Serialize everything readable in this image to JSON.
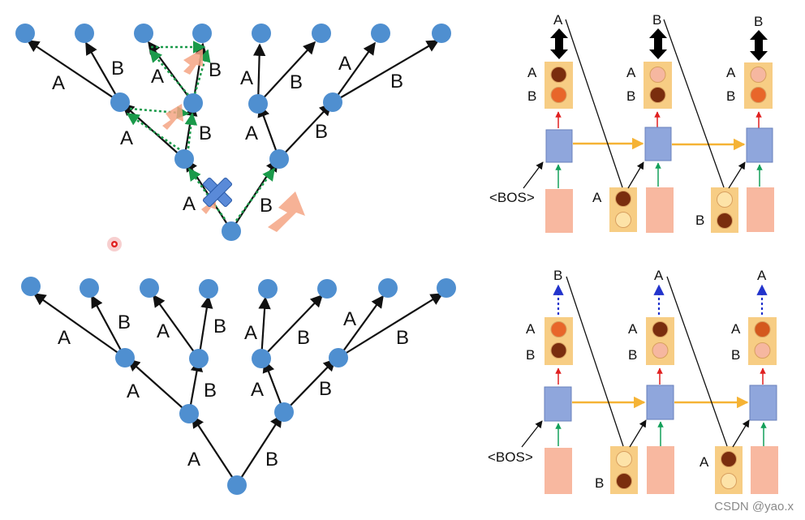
{
  "watermark": "CSDN @yao.x",
  "colors": {
    "node": "#4f8fd0",
    "edge": "#111111",
    "beam_path": "#1a9a4a",
    "arrow_highlight": "#f5a584",
    "cross": "#5a8ad8",
    "state_box": "#8fa6dc",
    "prob_box": "#f7cd84",
    "input_box": "#f8b8a0",
    "rnn_arrow": "#f5b335",
    "dark_dot": "#7a2d0e",
    "mid_dot": "#e8662a",
    "light_dot": "#f6b7a0",
    "pale_dot": "#fde3a8",
    "up_arrow_red": "#e02020",
    "up_arrow_green": "#14a05a",
    "sample_arrow_blue": "#2233cc",
    "big_arrow": "#000000"
  },
  "top_tree": {
    "edge_labels": {
      "root_left": "A",
      "root_right": "B",
      "l1_left": "A",
      "l1_right": "B",
      "r1_left": "A",
      "r1_right": "B",
      "ll_left": "A",
      "ll_right": "B",
      "lr_left": "A",
      "lr_right": "B",
      "rl_left": "A",
      "rl_right": "B",
      "rr_left": "A",
      "rr_right": "B"
    }
  },
  "bottom_tree": {
    "edge_labels": {
      "root_left": "A",
      "root_right": "B",
      "l1_left": "A",
      "l1_right": "B",
      "r1_left": "A",
      "r1_right": "B",
      "ll_left": "A",
      "ll_right": "B",
      "lr_left": "A",
      "lr_right": "B",
      "rl_left": "A",
      "rl_right": "B",
      "rr_left": "A",
      "rr_right": "B"
    }
  },
  "top_decoder": {
    "bos": "<BOS>",
    "outputs": [
      "A",
      "B",
      "B"
    ],
    "prob_labels": [
      "A",
      "B"
    ],
    "input_labels": [
      "A",
      "B"
    ],
    "input_label_step2": "A",
    "input_label_step3": "B"
  },
  "bottom_decoder": {
    "bos": "<BOS>",
    "outputs": [
      "B",
      "A",
      "A"
    ],
    "prob_labels": [
      "A",
      "B"
    ],
    "input_label_step2": "B",
    "input_label_step3": "A"
  }
}
